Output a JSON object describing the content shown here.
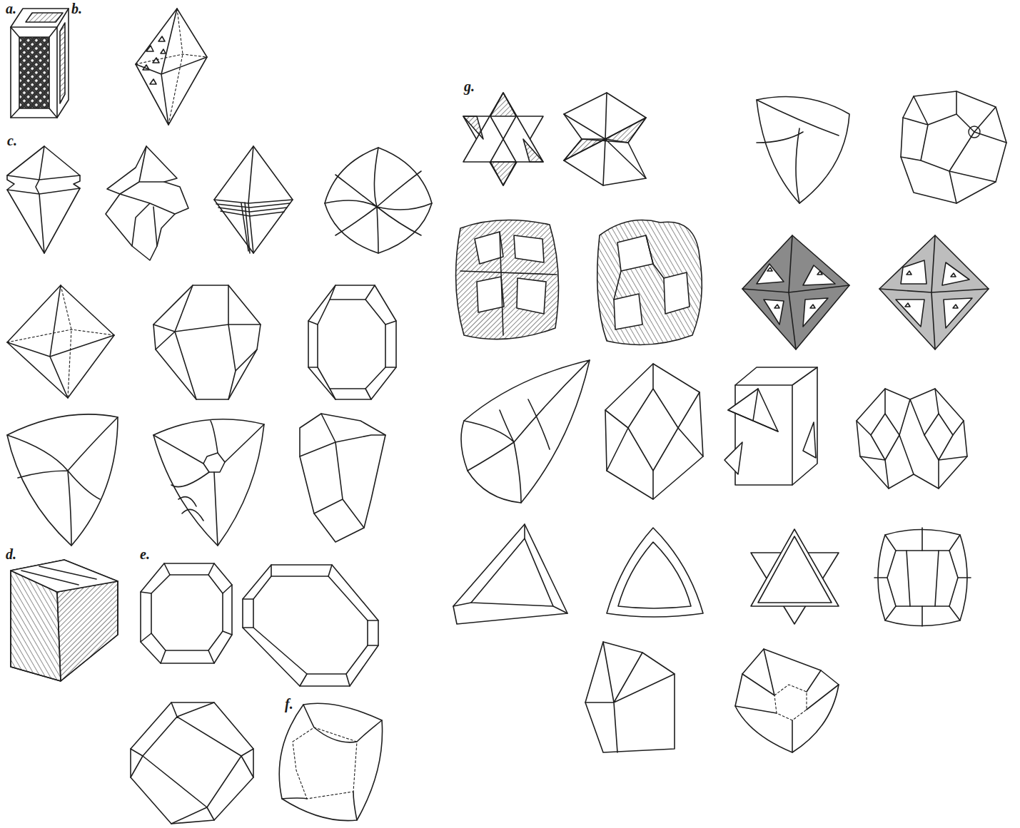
{
  "diagram": {
    "labels": [
      "a.",
      "b.",
      "c.",
      "d.",
      "e.",
      "f.",
      "g."
    ]
  }
}
